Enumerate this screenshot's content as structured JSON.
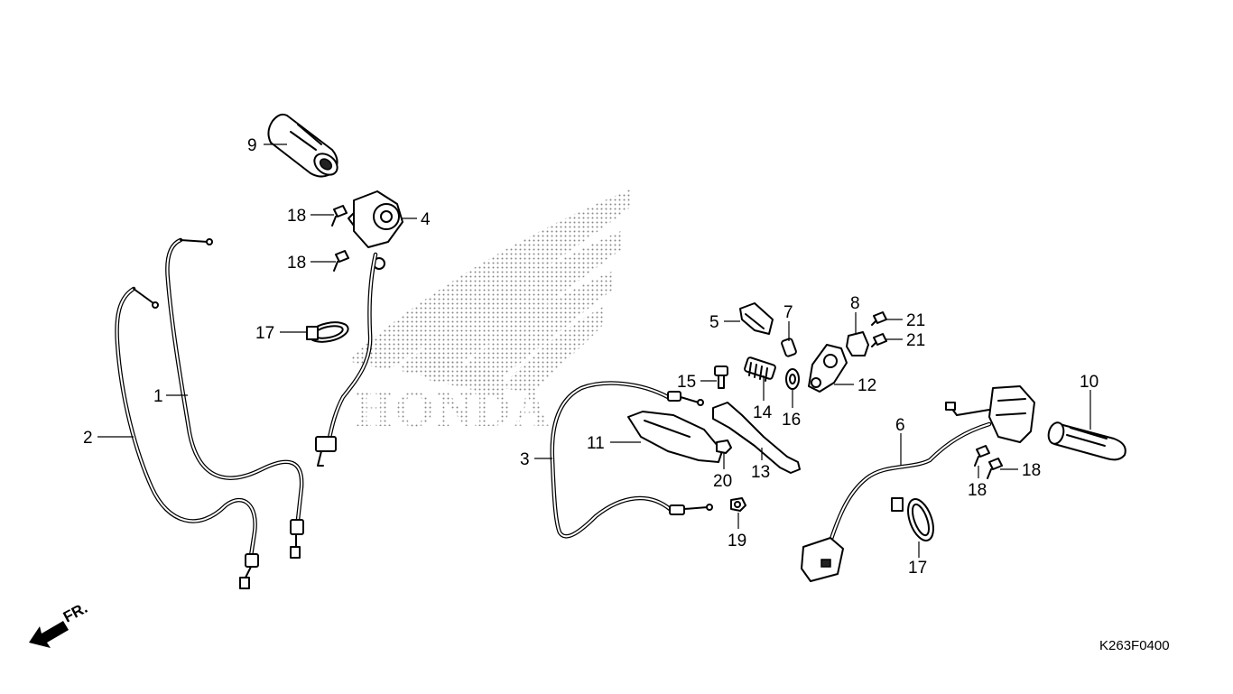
{
  "diagram": {
    "code": "K263F0400",
    "front_indicator": "FR.",
    "watermark_text": "HONDA",
    "callouts": [
      {
        "id": "c9",
        "label": "9"
      },
      {
        "id": "c4",
        "label": "4"
      },
      {
        "id": "c18a",
        "label": "18"
      },
      {
        "id": "c18b",
        "label": "18"
      },
      {
        "id": "c17a",
        "label": "17"
      },
      {
        "id": "c1",
        "label": "1"
      },
      {
        "id": "c2",
        "label": "2"
      },
      {
        "id": "c5",
        "label": "5"
      },
      {
        "id": "c7",
        "label": "7"
      },
      {
        "id": "c8",
        "label": "8"
      },
      {
        "id": "c21a",
        "label": "21"
      },
      {
        "id": "c21b",
        "label": "21"
      },
      {
        "id": "c15",
        "label": "15"
      },
      {
        "id": "c14",
        "label": "14"
      },
      {
        "id": "c16",
        "label": "16"
      },
      {
        "id": "c12",
        "label": "12"
      },
      {
        "id": "c10",
        "label": "10"
      },
      {
        "id": "c6",
        "label": "6"
      },
      {
        "id": "c11",
        "label": "11"
      },
      {
        "id": "c3",
        "label": "3"
      },
      {
        "id": "c20",
        "label": "20"
      },
      {
        "id": "c13",
        "label": "13"
      },
      {
        "id": "c18c",
        "label": "18"
      },
      {
        "id": "c18d",
        "label": "18"
      },
      {
        "id": "c19",
        "label": "19"
      },
      {
        "id": "c17b",
        "label": "17"
      }
    ]
  }
}
